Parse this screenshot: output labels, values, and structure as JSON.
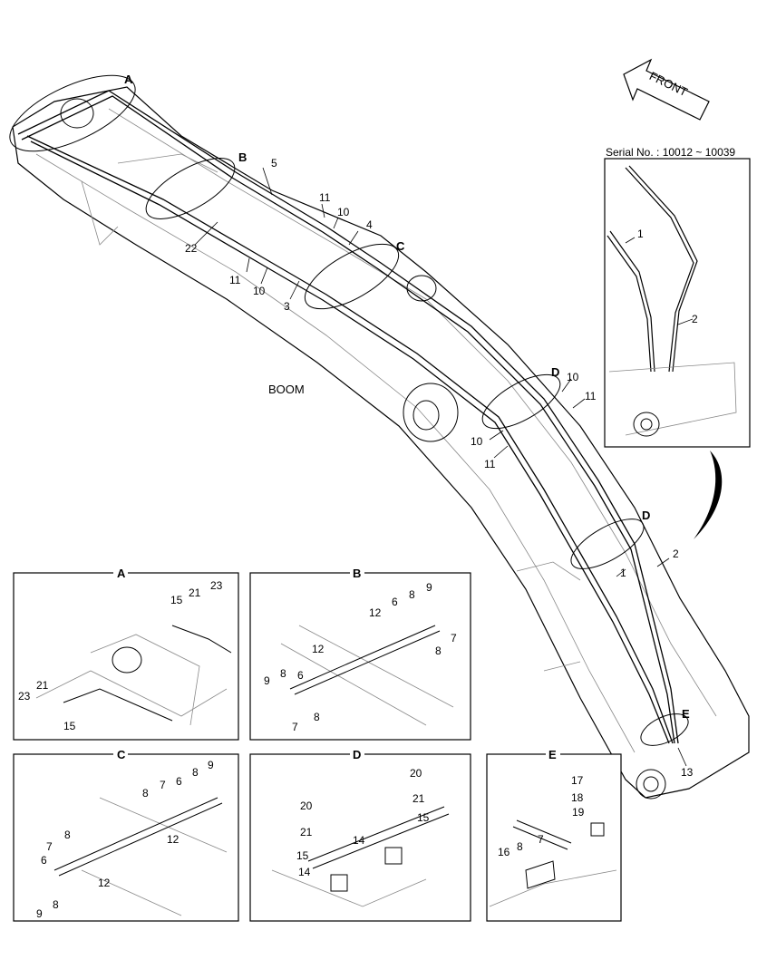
{
  "front_label": "FRONT",
  "serial_label": "Serial No. : 10012 ~ 10039",
  "boom_label": "BOOM",
  "main_callouts": {
    "A": "A",
    "B": "B",
    "C": "C",
    "D1": "D",
    "D2": "D",
    "E": "E",
    "n1": "1",
    "n2": "2",
    "n3": "3",
    "n4": "4",
    "n5": "5",
    "n10a": "10",
    "n10b": "10",
    "n10c": "10",
    "n10d": "10",
    "n11a": "11",
    "n11b": "11",
    "n11c": "11",
    "n11d": "11",
    "n13": "13",
    "n22": "22"
  },
  "inset_serial": {
    "n1": "1",
    "n2": "2"
  },
  "detail_A": {
    "title": "A",
    "labels": [
      "23",
      "21",
      "15",
      "21",
      "23",
      "15"
    ]
  },
  "detail_B": {
    "title": "B",
    "labels": [
      "9",
      "8",
      "6",
      "12",
      "7",
      "8",
      "12",
      "9",
      "8",
      "6",
      "7",
      "8"
    ]
  },
  "detail_C": {
    "title": "C",
    "labels": [
      "9",
      "8",
      "7",
      "6",
      "8",
      "12",
      "7",
      "8",
      "6",
      "12",
      "9",
      "8"
    ]
  },
  "detail_D": {
    "title": "D",
    "labels": [
      "20",
      "21",
      "15",
      "20",
      "21",
      "14",
      "15",
      "14"
    ]
  },
  "detail_E": {
    "title": "E",
    "labels": [
      "17",
      "18",
      "19",
      "8",
      "7",
      "16"
    ]
  }
}
